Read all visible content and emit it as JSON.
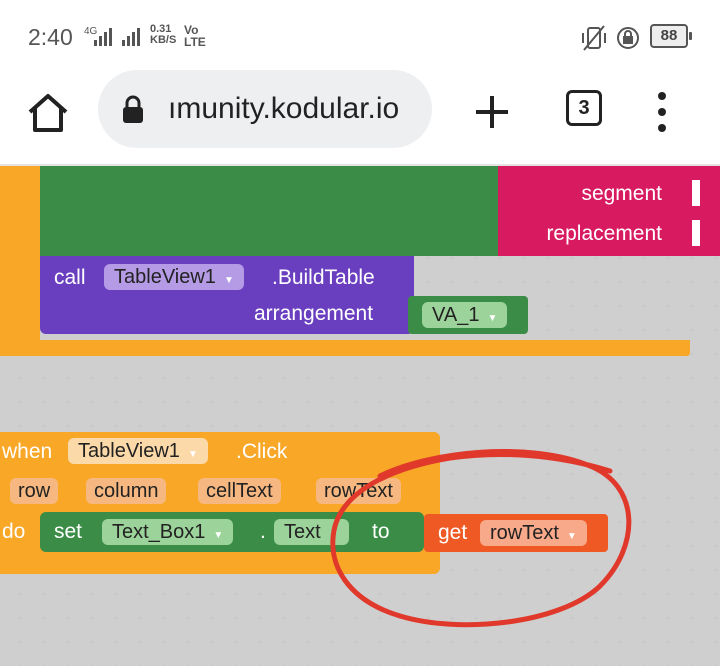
{
  "status_bar": {
    "time": "2:40",
    "network": "4G",
    "speed_value": "0.31",
    "speed_unit": "KB/S",
    "volte_top": "Vo",
    "volte_bottom": "LTE",
    "battery": "88"
  },
  "browser": {
    "url": "ımunity.kodular.io",
    "tab_count": "3"
  },
  "blocks": {
    "segment_label": "segment",
    "replacement_label": "replacement",
    "call": {
      "keyword": "call",
      "component": "TableView1",
      "method": ".BuildTable",
      "param_label": "arrangement",
      "param_value": "VA_1"
    },
    "event": {
      "when": "when",
      "component": "TableView1",
      "event_name": ".Click",
      "params": [
        "row",
        "column",
        "cellText",
        "rowText"
      ],
      "do": "do",
      "set": "set",
      "set_component": "Text_Box1",
      "dot": ".",
      "property": "Text",
      "to": "to",
      "get": "get",
      "get_var": "rowText"
    }
  },
  "colors": {
    "orange": "#F8A726",
    "green": "#3A8C46",
    "pink": "#D81B60",
    "purple": "#6A3FBF",
    "red_circle": "#E0392B",
    "get_orange": "#EF5A24"
  }
}
